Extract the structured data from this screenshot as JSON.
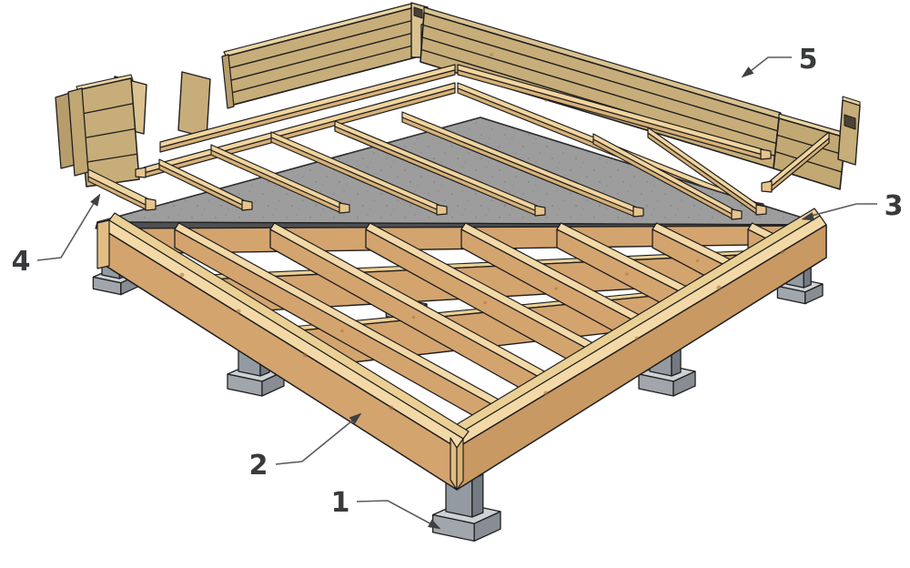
{
  "diagram": {
    "kind": "exploded-construction-diagram",
    "callouts": [
      {
        "number": "1"
      },
      {
        "number": "2"
      },
      {
        "number": "3"
      },
      {
        "number": "4"
      },
      {
        "number": "5"
      }
    ]
  },
  "colors": {
    "outline": "#1f1f1f",
    "wall_face": "#c7ad79",
    "wall_face_shade": "#b79d6b",
    "wall_face_light": "#d9c28f",
    "wall_cap": "#ead5a4",
    "wood_face": "#d4a46f",
    "wood_face_shade": "#c99963",
    "wood_top": "#f3d9a7",
    "wood_top2": "#ebd095",
    "batten_top": "#f0d49e",
    "batten_side": "#d7b077",
    "batten_cap": "#e7c48b",
    "membrane": "#9d9d9d",
    "membrane_edge": "#4d5053",
    "membrane_dot": "#858585",
    "pier_front": "#949aa1",
    "pier_side": "#747a81",
    "foot_top": "#cdd2d5",
    "foot_front": "#a0a6ab",
    "foot_side": "#878d93",
    "leader": "#5a5b5d",
    "arrow": "#3f4042",
    "number": "#393a3b",
    "knot": "#a06f3e"
  }
}
